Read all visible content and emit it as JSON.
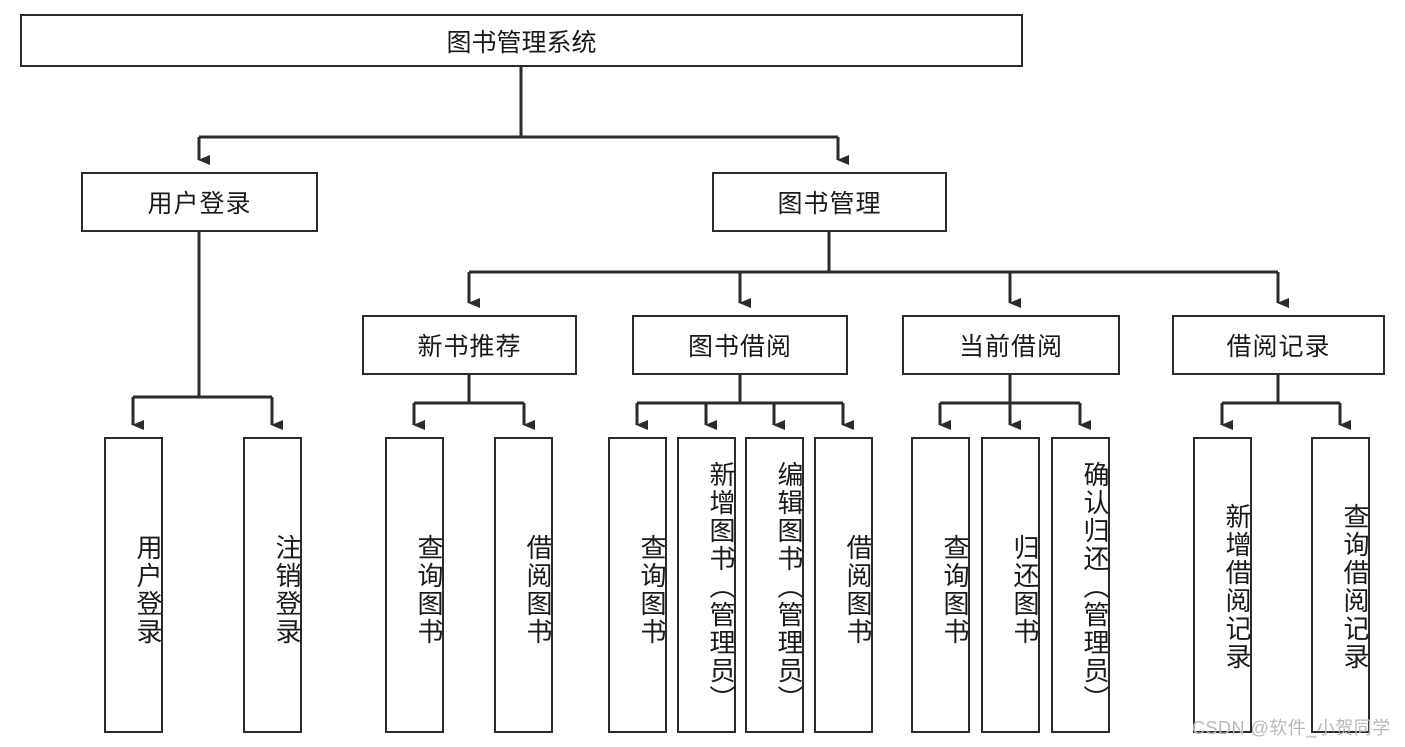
{
  "diagram": {
    "title": "图书管理系统",
    "type": "hierarchy-tree",
    "watermark": "CSDN @软件_小贺同学",
    "colors": {
      "box_border": "#2b2b2b",
      "box_fill": "#ffffff",
      "connector": "#2b2b2b",
      "text": "#1a1a1a",
      "watermark": "#b9b9b9"
    },
    "levels": {
      "level1": [
        {
          "id": "root",
          "label": "图书管理系统",
          "orientation": "horizontal"
        }
      ],
      "level2": [
        {
          "id": "user-login",
          "label": "用户登录",
          "orientation": "horizontal"
        },
        {
          "id": "book-mgmt",
          "label": "图书管理",
          "orientation": "horizontal"
        }
      ],
      "level3": [
        {
          "id": "new-book-rec",
          "label": "新书推荐",
          "orientation": "horizontal"
        },
        {
          "id": "book-borrow",
          "label": "图书借阅",
          "orientation": "horizontal"
        },
        {
          "id": "current-borrow",
          "label": "当前借阅",
          "orientation": "horizontal"
        },
        {
          "id": "borrow-record",
          "label": "借阅记录",
          "orientation": "horizontal"
        }
      ],
      "level4": [
        {
          "id": "leaf-user-login",
          "label": "用户登录",
          "parent": "user-login",
          "orientation": "vertical"
        },
        {
          "id": "leaf-logout",
          "label": "注销登录",
          "parent": "user-login",
          "orientation": "vertical"
        },
        {
          "id": "leaf-query-book-1",
          "label": "查询图书",
          "parent": "new-book-rec",
          "orientation": "vertical"
        },
        {
          "id": "leaf-borrow-book-1",
          "label": "借阅图书",
          "parent": "new-book-rec",
          "orientation": "vertical"
        },
        {
          "id": "leaf-query-book-2",
          "label": "查询图书",
          "parent": "book-borrow",
          "orientation": "vertical"
        },
        {
          "id": "leaf-add-book",
          "label": "新增图书（管理员）",
          "parent": "book-borrow",
          "orientation": "vertical"
        },
        {
          "id": "leaf-edit-book",
          "label": "编辑图书（管理员）",
          "parent": "book-borrow",
          "orientation": "vertical"
        },
        {
          "id": "leaf-borrow-book-2",
          "label": "借阅图书",
          "parent": "book-borrow",
          "orientation": "vertical"
        },
        {
          "id": "leaf-query-book-3",
          "label": "查询图书",
          "parent": "current-borrow",
          "orientation": "vertical"
        },
        {
          "id": "leaf-return-book",
          "label": "归还图书",
          "parent": "current-borrow",
          "orientation": "vertical"
        },
        {
          "id": "leaf-confirm-return",
          "label": "确认归还（管理员）",
          "parent": "current-borrow",
          "orientation": "vertical"
        },
        {
          "id": "leaf-add-record",
          "label": "新增借阅记录",
          "parent": "borrow-record",
          "orientation": "vertical"
        },
        {
          "id": "leaf-query-record",
          "label": "查询借阅记录",
          "parent": "borrow-record",
          "orientation": "vertical"
        }
      ]
    }
  }
}
